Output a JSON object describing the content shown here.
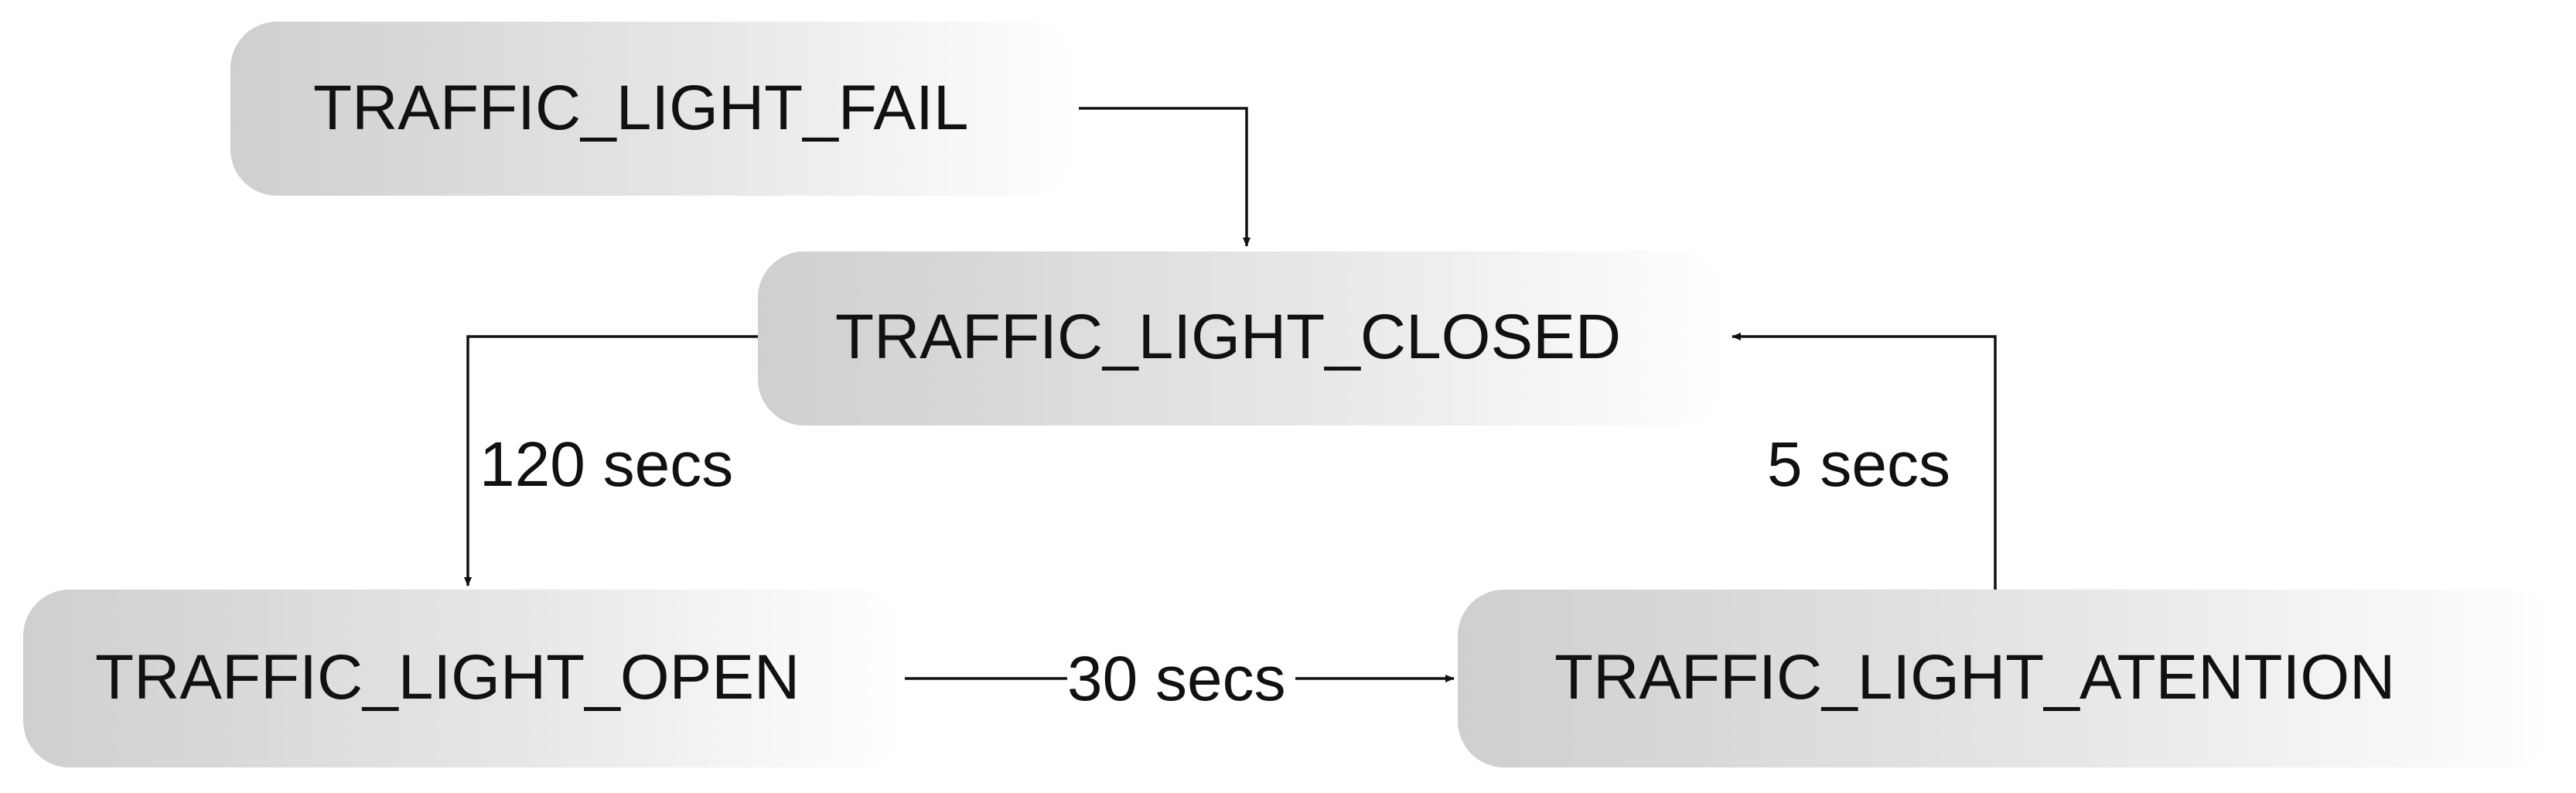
{
  "nodes": {
    "fail": "TRAFFIC_LIGHT_FAIL",
    "closed": "TRAFFIC_LIGHT_CLOSED",
    "open": "TRAFFIC_LIGHT_OPEN",
    "attention": "TRAFFIC_LIGHT_ATENTION"
  },
  "edges": {
    "fail_to_closed": "",
    "closed_to_open": "120 secs",
    "open_to_attention": "30 secs",
    "attention_to_closed": "5 secs"
  },
  "colors": {
    "node_fill_dark": "#cfcfcf",
    "node_fill_light": "#ffffff",
    "line": "#111111",
    "text": "#111111"
  }
}
